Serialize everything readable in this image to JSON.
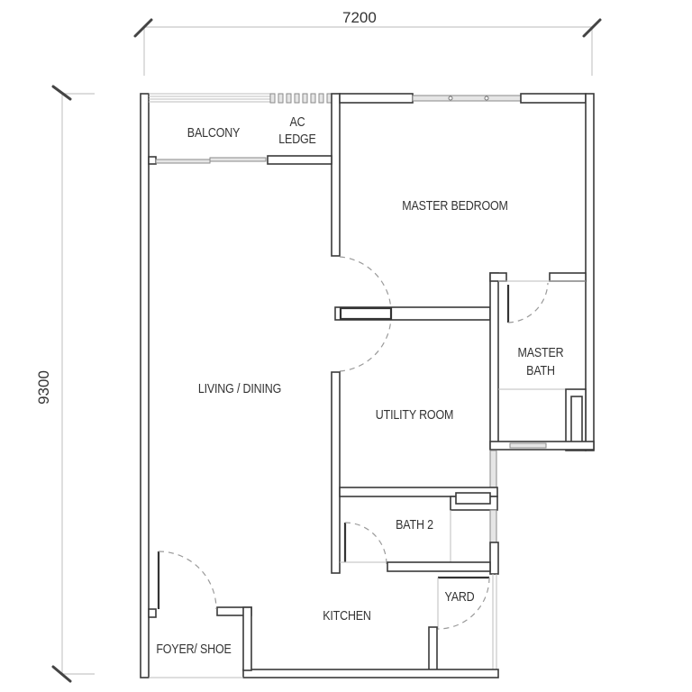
{
  "plan": {
    "dimensions": {
      "width_label": "7200",
      "height_label": "9300"
    },
    "rooms": {
      "balcony": "BALCONY",
      "ac_ledge_line1": "AC",
      "ac_ledge_line2": "LEDGE",
      "master_bedroom": "MASTER BEDROOM",
      "master_bath_line1": "MASTER",
      "master_bath_line2": "BATH",
      "living_dining": "LIVING / DINING",
      "utility_room": "UTILITY ROOM",
      "bath_2": "BATH 2",
      "yard": "YARD",
      "kitchen": "KITCHEN",
      "foyer_shoe": "FOYER/ SHOE"
    },
    "colors": {
      "wall_stroke": "#3a3a3a",
      "text": "#333333",
      "dimension_line": "#c8c8c8"
    }
  }
}
